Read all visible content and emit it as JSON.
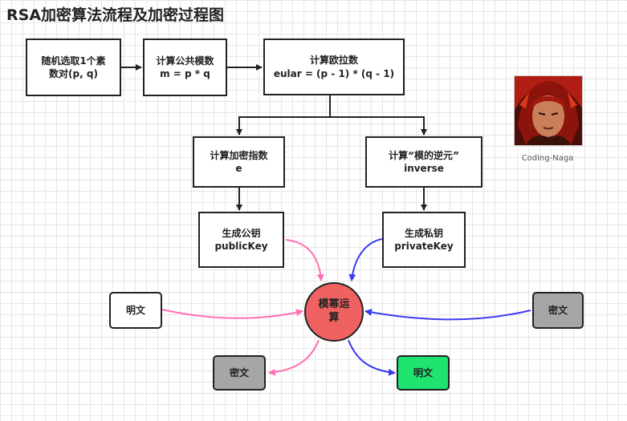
{
  "title": "RSA加密算法流程及加密过程图",
  "nodes": {
    "random_primes": {
      "line1": "随机选取1个素",
      "line2": "数对(p, q)"
    },
    "compute_modulus": {
      "line1": "计算公共模数",
      "line2": "m = p * q"
    },
    "compute_euler": {
      "line1": "计算欧拉数",
      "line2": "eular = (p - 1) * (q - 1)"
    },
    "compute_exponent": {
      "line1": "计算加密指数",
      "line2": "e"
    },
    "compute_inverse": {
      "line1": "计算“模的逆元”",
      "line2": "inverse"
    },
    "public_key": {
      "line1": "生成公钥",
      "line2": "publicKey"
    },
    "private_key": {
      "line1": "生成私钥",
      "line2": "privateKey"
    },
    "modpow": {
      "label": "模幂运算"
    },
    "plaintext_in": {
      "label": "明文"
    },
    "ciphertext_in": {
      "label": "密文"
    },
    "ciphertext_out": {
      "label": "密文"
    },
    "plaintext_out": {
      "label": "明文"
    }
  },
  "colors": {
    "pink_arrow": "#ff6fb4",
    "blue_arrow": "#3a3cf0",
    "circle_fill": "#f06262",
    "gray_box": "#a6a6a6",
    "green_box": "#1ee36e"
  },
  "avatar": {
    "caption": "Coding-Naga"
  }
}
